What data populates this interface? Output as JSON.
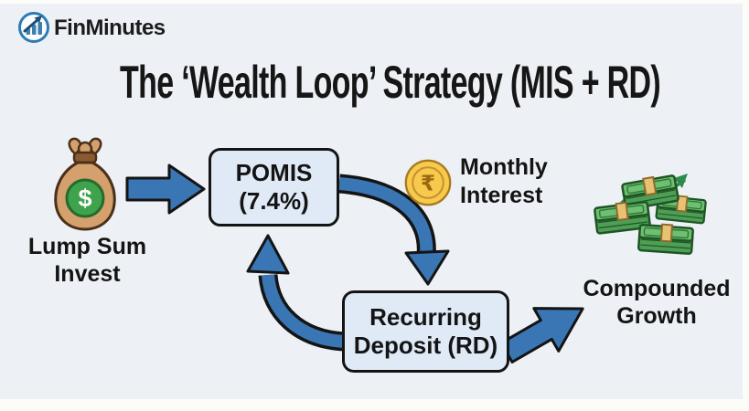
{
  "brand": {
    "name": "FinMinutes"
  },
  "title": "The ‘Wealth Loop’ Strategy (MIS + RD)",
  "flow": {
    "lump_sum": {
      "line1": "Lump Sum",
      "line2": "Invest",
      "bag_symbol": "$"
    },
    "pomis": {
      "line1": "POMIS",
      "line2": "(7.4%)"
    },
    "monthly_interest": {
      "line1": "Monthly",
      "line2": "Interest",
      "coin_symbol": "₹"
    },
    "recurring_deposit": {
      "line1": "Recurring",
      "line2": "Deposit (RD)"
    },
    "compounded_growth": {
      "line1": "Compounded",
      "line2": "Growth"
    }
  },
  "icons": {
    "logo": "bar-chart-growth-logo",
    "lump_sum": "money-bag-icon",
    "monthly_interest": "rupee-coin-icon",
    "compounded_growth": "cash-stacks-icon"
  },
  "colors": {
    "background": "#edf1f5",
    "arrow_blue": "#3a76b4",
    "box_fill": "#dfeaf6",
    "box_border": "#141414",
    "coin_gold": "#f7ca4d",
    "bag_tan": "#d4a06d",
    "money_green": "#4f9e55",
    "growth_green": "#2e8b4a",
    "text": "#1a1a1a"
  }
}
